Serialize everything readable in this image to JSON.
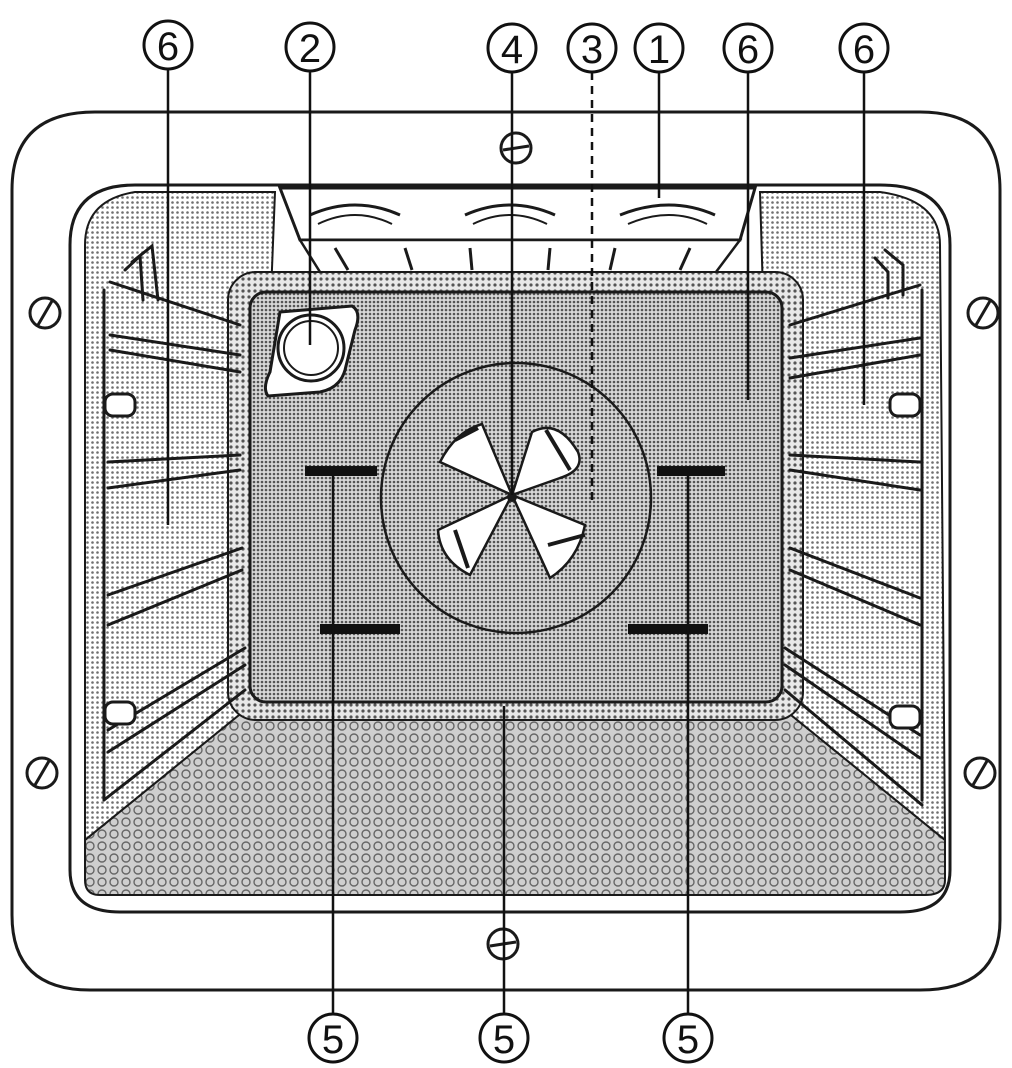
{
  "callouts": {
    "c1": "1",
    "c2": "2",
    "c3": "3",
    "c4": "4",
    "c5a": "5",
    "c5b": "5",
    "c5c": "5",
    "c6a": "6",
    "c6b": "6",
    "c6c": "6"
  },
  "colors": {
    "line": "#1a1a1a",
    "background": "#ffffff",
    "stipple": "#6e6e6e"
  }
}
